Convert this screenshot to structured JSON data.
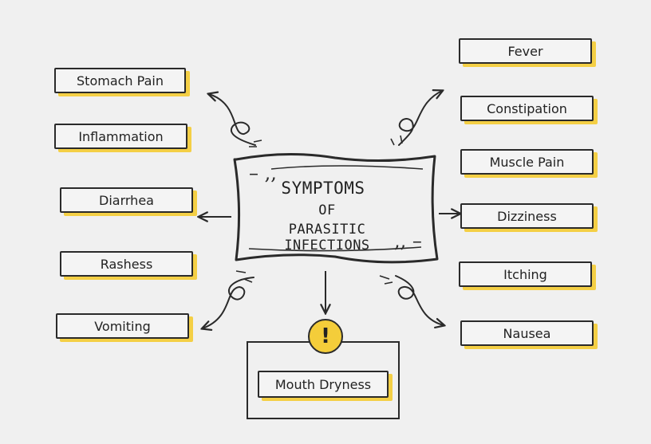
{
  "title": {
    "line1": "SYMPTOMS",
    "line2": "OF",
    "line3": "PARASITIC INFECTIONS"
  },
  "symptoms_left": [
    "Stomach Pain",
    "Inflammation",
    "Diarrhea",
    "Rashess",
    "Vomiting"
  ],
  "symptoms_right": [
    "Fever",
    "Constipation",
    "Muscle Pain",
    "Dizziness",
    "Itching",
    "Nausea"
  ],
  "bottom_symptom": "Mouth Dryness",
  "alert_icon": "exclamation-icon",
  "colors": {
    "accent": "#f4cf45",
    "stroke": "#2a2a2a",
    "background": "#f0f0f0"
  }
}
